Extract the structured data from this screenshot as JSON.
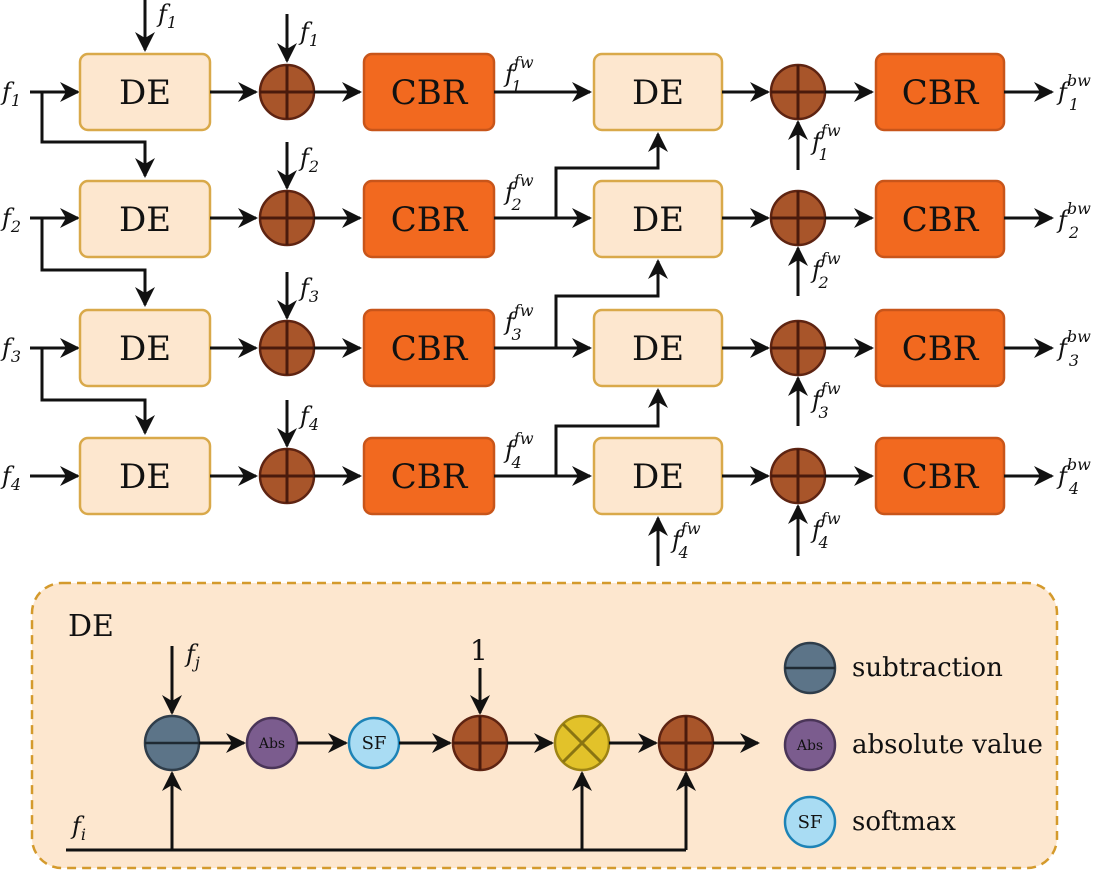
{
  "blocks": {
    "de": "DE",
    "cbr": "CBR"
  },
  "symbol": {
    "f": "f",
    "fw": "fw",
    "bw": "bw",
    "i": "i",
    "j": "j"
  },
  "rows": [
    {
      "index": "1"
    },
    {
      "index": "2"
    },
    {
      "index": "3"
    },
    {
      "index": "4"
    }
  ],
  "panel": {
    "title": "DE",
    "one": "1",
    "abs_short": "Abs",
    "sf_short": "SF"
  },
  "legend": [
    {
      "label": "subtraction",
      "icon": "subtraction-icon"
    },
    {
      "label": "absolute value",
      "icon": "abs-icon",
      "short": "Abs"
    },
    {
      "label": "softmax",
      "icon": "softmax-icon",
      "short": "SF"
    }
  ],
  "colors": {
    "de_fill": "#fde7cf",
    "cbr_fill": "#f2691f",
    "add_fill": "#a8552a",
    "subtraction_fill": "#5c7488",
    "abs_fill": "#7b5c8e",
    "softmax_fill": "#a9dcf3",
    "multiply_fill": "#e2c22a"
  }
}
